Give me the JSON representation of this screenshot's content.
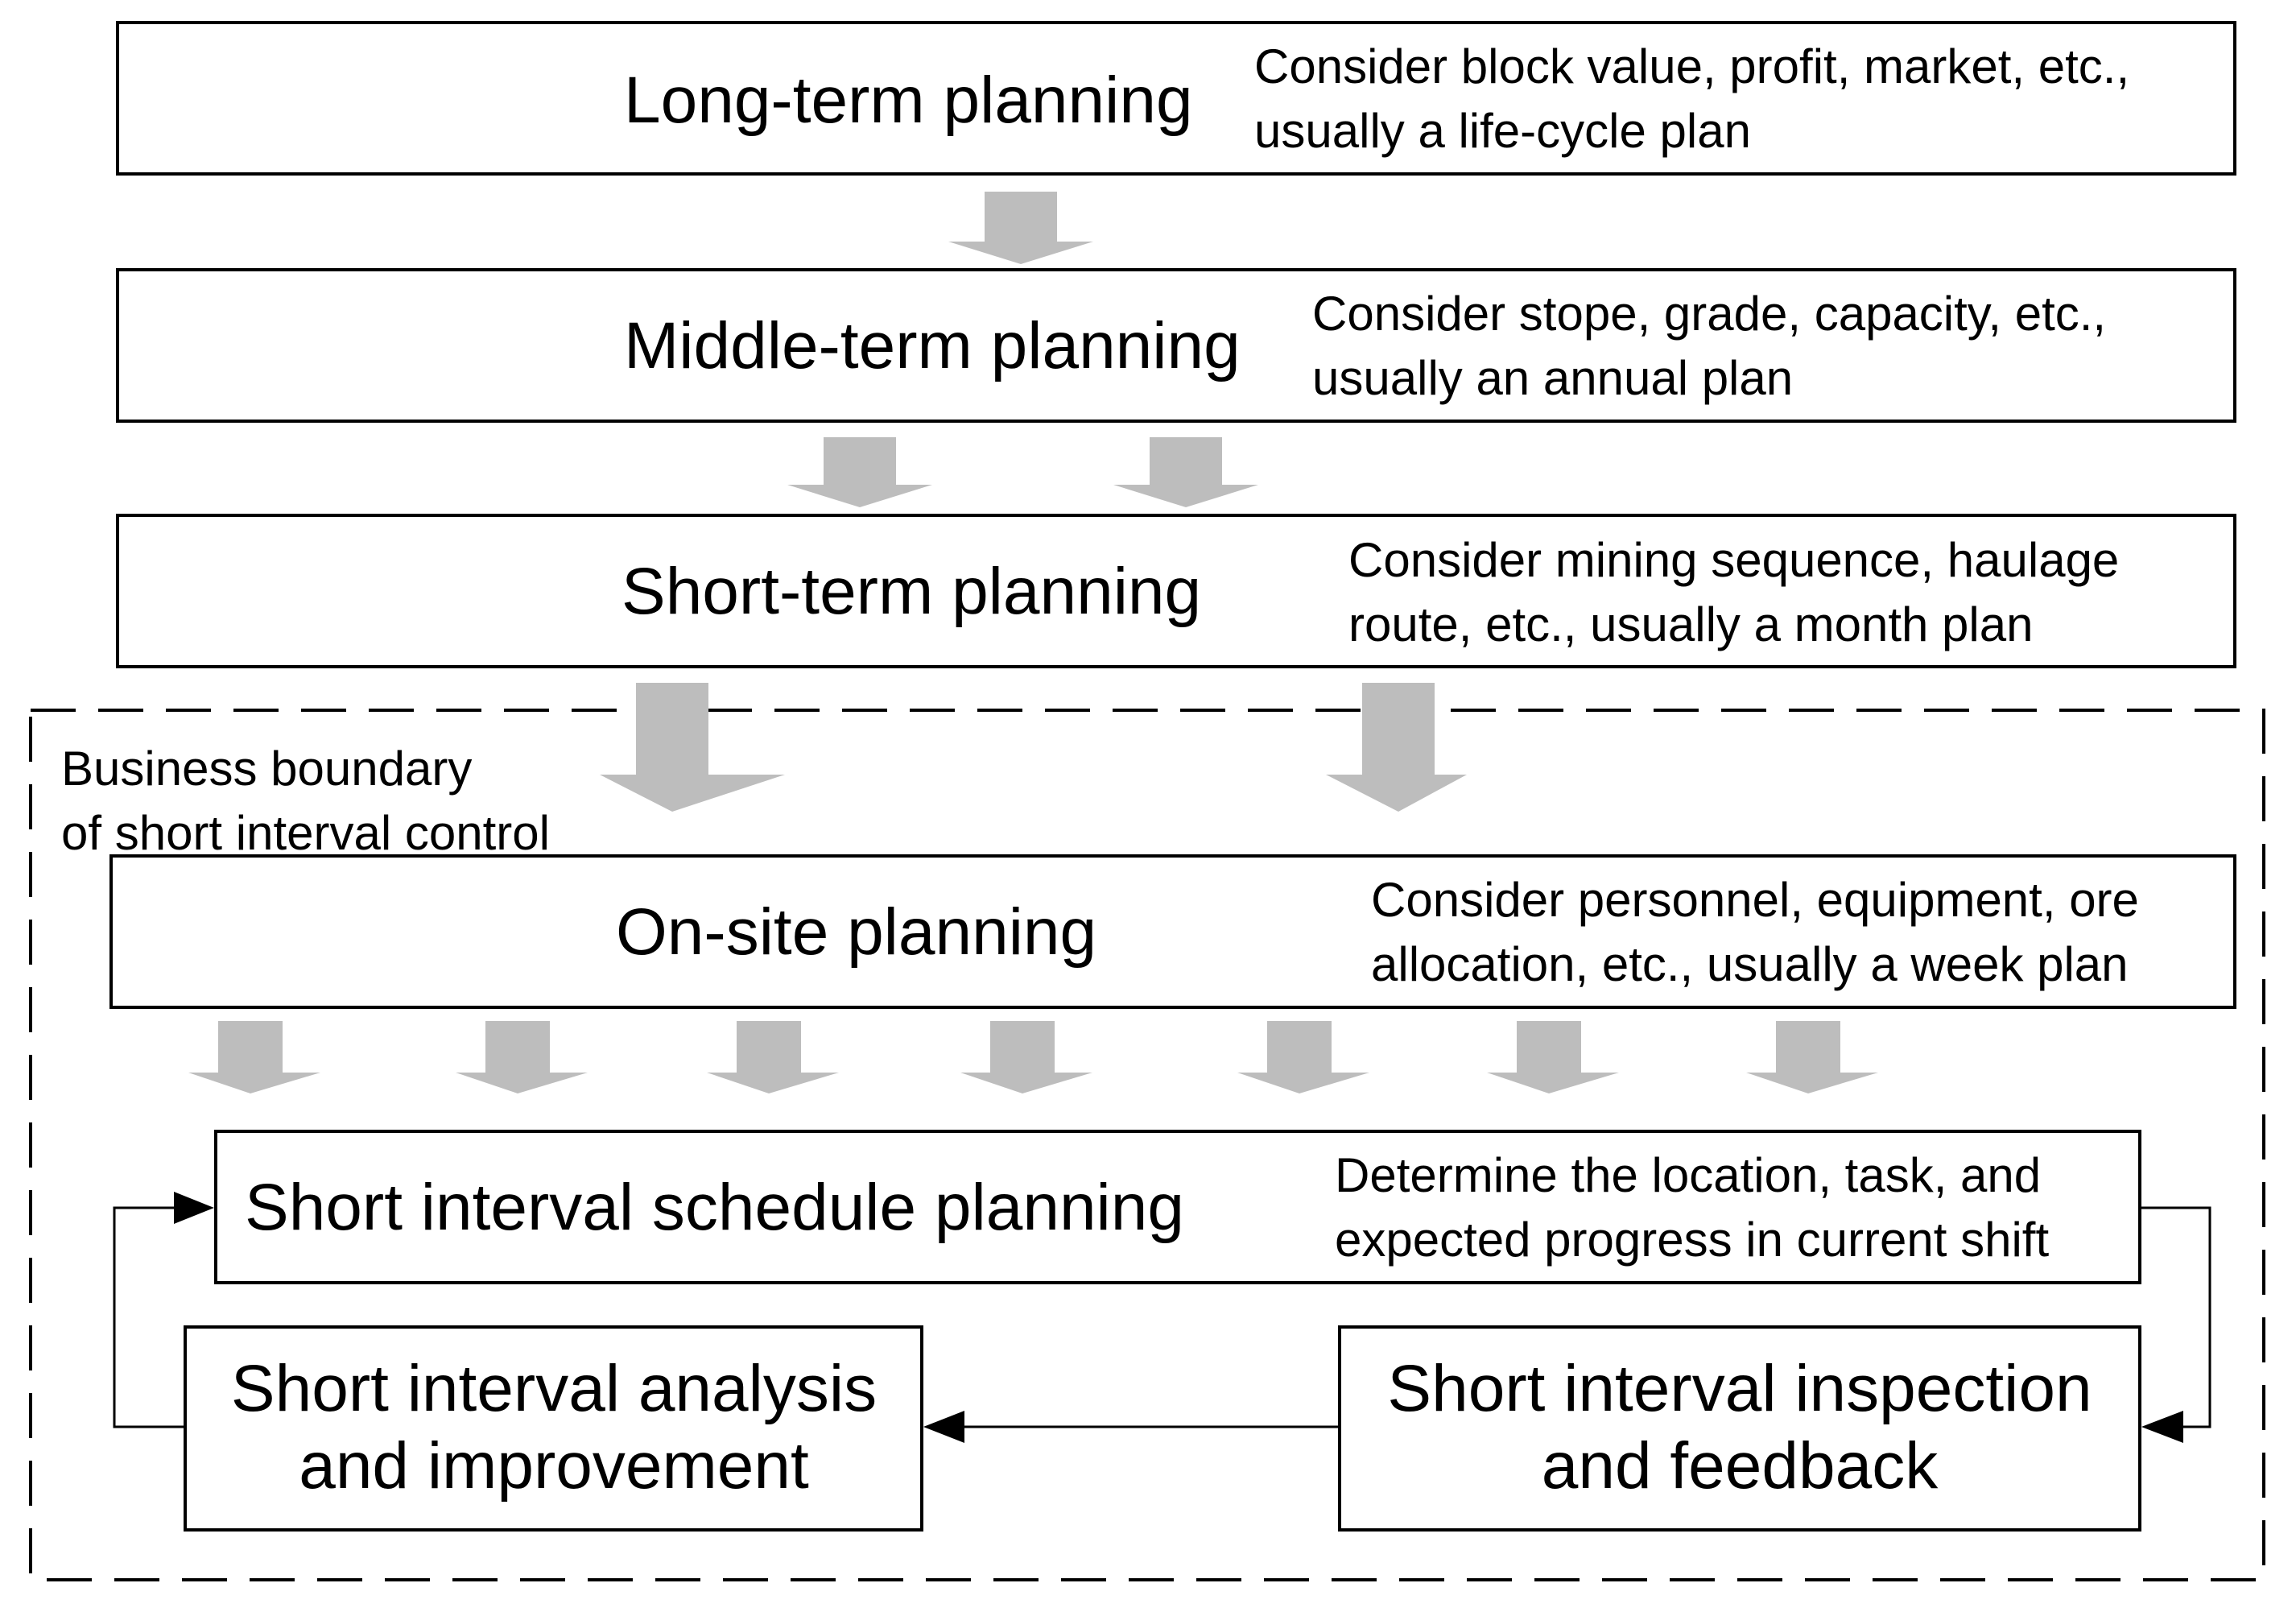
{
  "levels": [
    {
      "title": "Long-term planning",
      "desc": [
        "Consider block value, profit, market, etc.,",
        "usually a life-cycle plan"
      ]
    },
    {
      "title": "Middle-term planning",
      "desc": [
        "Consider stope, grade, capacity, etc.,",
        "usually an annual plan"
      ]
    },
    {
      "title": "Short-term planning",
      "desc": [
        "Consider mining sequence, haulage",
        "route, etc., usually a month plan"
      ]
    },
    {
      "title": "On-site planning",
      "desc": [
        "Consider personnel, equipment, ore",
        "allocation, etc., usually a week plan"
      ]
    }
  ],
  "boundary": {
    "label": [
      "Business boundary",
      "of short interval control"
    ]
  },
  "sic": {
    "schedule": {
      "title": "Short interval schedule planning",
      "desc": [
        "Determine the location, task, and",
        "expected progress in current shift"
      ]
    },
    "analysis": {
      "title": [
        "Short interval analysis",
        "and improvement"
      ]
    },
    "inspection": {
      "title": [
        "Short interval inspection",
        "and feedback"
      ]
    }
  },
  "colors": {
    "arrow_fill": "#bdbdbd",
    "stroke": "#000000",
    "background": "#ffffff"
  }
}
